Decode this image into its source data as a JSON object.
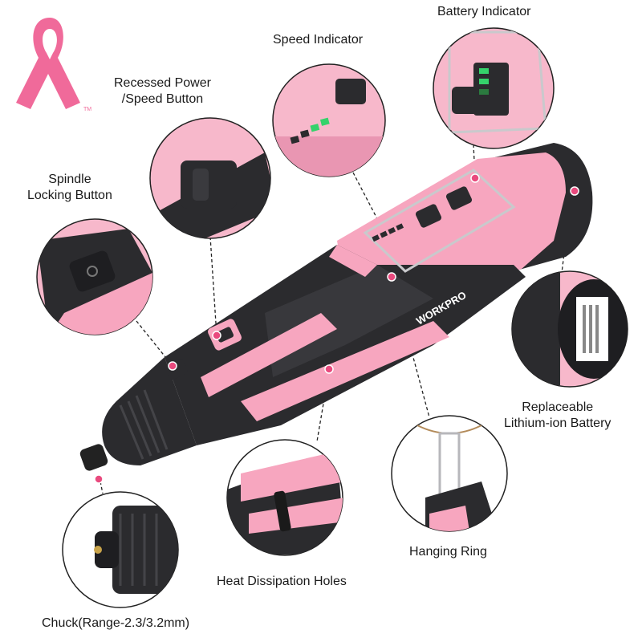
{
  "brand": {
    "logo_text": "WORKPRO",
    "tm_mark": "TM",
    "ribbon_color": "#f06a9a"
  },
  "colors": {
    "body_pink": "#f7a6bf",
    "body_light": "#fbd3de",
    "grip_dark": "#2b2b2e",
    "indicator_green": "#35d26b",
    "marker_pink": "#e94a7e"
  },
  "callouts": [
    {
      "id": "battery-indicator",
      "lines": [
        "Battery Indicator"
      ]
    },
    {
      "id": "speed-indicator",
      "lines": [
        "Speed Indicator"
      ]
    },
    {
      "id": "power-speed-button",
      "lines": [
        "Recessed Power",
        "/Speed Button"
      ]
    },
    {
      "id": "spindle-locking-button",
      "lines": [
        "Spindle",
        "Locking Button"
      ]
    },
    {
      "id": "replaceable-battery",
      "lines": [
        "Replaceable",
        "Lithium-ion Battery"
      ]
    },
    {
      "id": "hanging-ring",
      "lines": [
        "Hanging Ring"
      ]
    },
    {
      "id": "heat-dissipation-holes",
      "lines": [
        "Heat Dissipation Holes"
      ]
    },
    {
      "id": "chuck",
      "lines": [
        "Chuck(Range-2.3/3.2mm)"
      ]
    }
  ]
}
